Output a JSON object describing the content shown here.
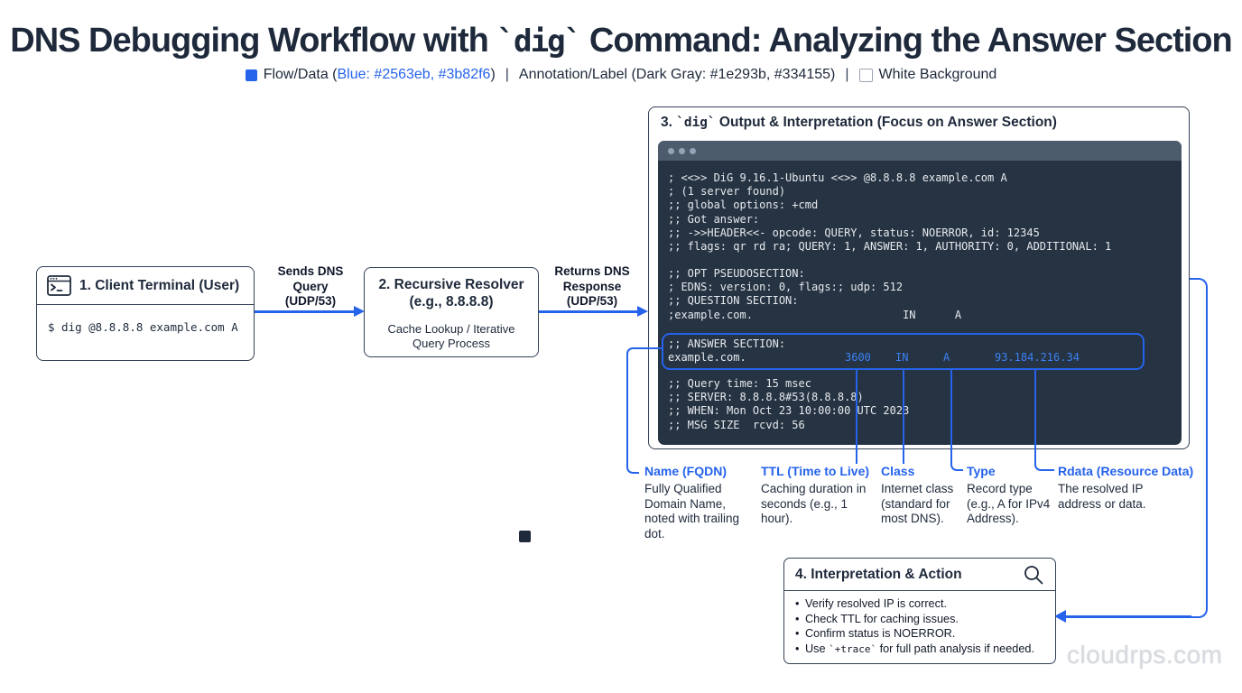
{
  "title": {
    "part1": "DNS Debugging Workflow with ",
    "code": "`dig`",
    "part2": " Command: Analyzing the Answer Section"
  },
  "legend": {
    "separator": "|",
    "flow": {
      "prefix": "Flow/Data (",
      "highlight": "Blue: #2563eb, #3b82f6",
      "suffix": ")"
    },
    "annotation": {
      "text": "Annotation/Label (Dark Gray: #1e293b, #334155)"
    },
    "background": {
      "text": "White Background"
    }
  },
  "colors": {
    "flow_blue": "#2563eb",
    "flow_blue_light": "#3b82f6",
    "dark_gray": "#1e293b",
    "dark_gray_light": "#334155",
    "terminal_bg": "#263342",
    "terminal_titlebar": "#4d5c6d",
    "background": "#ffffff"
  },
  "box1": {
    "title": "1. Client Terminal (User)",
    "command": "$ dig @8.8.8.8 example.com A"
  },
  "arrow1": {
    "label": "Sends DNS Query (UDP/53)"
  },
  "box2": {
    "title_line1": "2. Recursive Resolver",
    "title_line2": "(e.g., 8.8.8.8)",
    "body": "Cache Lookup / Iterative Query Process"
  },
  "arrow2": {
    "label": "Returns DNS Response (UDP/53)"
  },
  "box3": {
    "title_part1": "3. ",
    "title_code": "`dig`",
    "title_part2": " Output & Interpretation (Focus on Answer Section)",
    "terminal": {
      "header_lines": [
        "; <<>> DiG 9.16.1-Ubuntu <<>> @8.8.8.8 example.com A",
        "; (1 server found)",
        ";; global options: +cmd",
        ";; Got answer:",
        ";; ->>HEADER<<- opcode: QUERY, status: NOERROR, id: 12345",
        ";; flags: qr rd ra; QUERY: 1, ANSWER: 1, AUTHORITY: 0, ADDITIONAL: 1"
      ],
      "mid_lines": [
        ";; OPT PSEUDOSECTION:",
        "; EDNS: version: 0, flags:; udp: 512",
        ";; QUESTION SECTION:",
        ";example.com.                       IN      A"
      ],
      "answer": {
        "section_label": ";; ANSWER SECTION:",
        "name": "example.com.",
        "ttl": "3600",
        "class": "IN",
        "type": "A",
        "rdata": "93.184.216.34"
      },
      "footer_lines": [
        ";; Query time: 15 msec",
        ";; SERVER: 8.8.8.8#53(8.8.8.8)",
        ";; WHEN: Mon Oct 23 10:00:00 UTC 2023",
        ";; MSG SIZE  rcvd: 56"
      ]
    }
  },
  "annotations": [
    {
      "label": "Name (FQDN)",
      "description": "Fully Qualified Domain Name, noted with trailing dot."
    },
    {
      "label": "TTL (Time to Live)",
      "description": "Caching duration in seconds (e.g., 1 hour)."
    },
    {
      "label": "Class",
      "description": "Internet class (standard for most DNS)."
    },
    {
      "label": "Type",
      "description": "Record type (e.g., A for IPv4 Address)."
    },
    {
      "label": "Rdata (Resource Data)",
      "description": "The resolved IP address or data."
    }
  ],
  "box4": {
    "title": "4. Interpretation & Action",
    "bullets": [
      "Verify resolved IP is correct.",
      "Check TTL for caching issues.",
      "Confirm status is NOERROR."
    ],
    "bullet4": {
      "pre": "Use ",
      "code": "`+trace`",
      "post": " for full path analysis if needed."
    }
  },
  "watermark": "cloudrps.com"
}
